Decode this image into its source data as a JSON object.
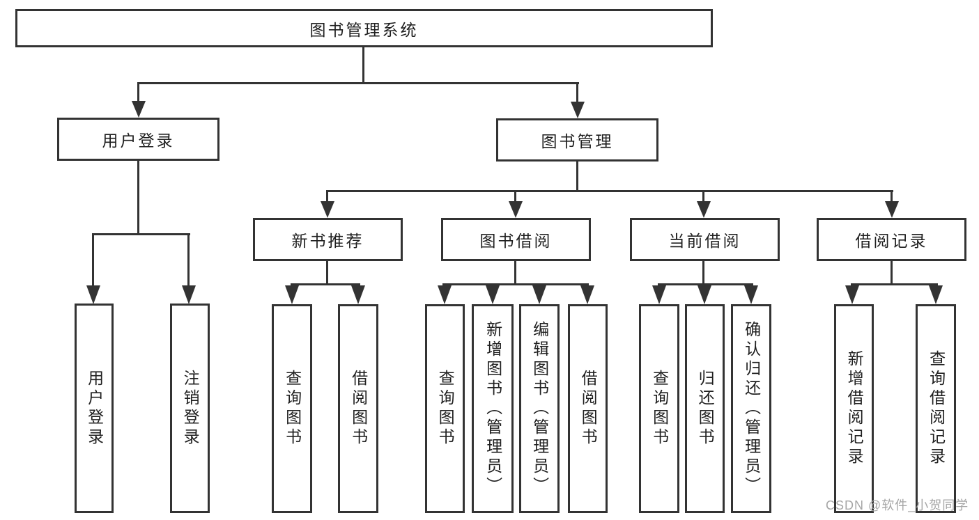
{
  "diagram_type": "hierarchy-tree",
  "root": {
    "label": "图书管理系统",
    "children": [
      {
        "label": "用户登录",
        "children": [
          {
            "label": "用户登录"
          },
          {
            "label": "注销登录"
          }
        ]
      },
      {
        "label": "图书管理",
        "children": [
          {
            "label": "新书推荐",
            "children": [
              {
                "label": "查询图书"
              },
              {
                "label": "借阅图书"
              }
            ]
          },
          {
            "label": "图书借阅",
            "children": [
              {
                "label": "查询图书"
              },
              {
                "label": "新增图书（管理员）"
              },
              {
                "label": "编辑图书（管理员）"
              },
              {
                "label": "借阅图书"
              }
            ]
          },
          {
            "label": "当前借阅",
            "children": [
              {
                "label": "查询图书"
              },
              {
                "label": "归还图书"
              },
              {
                "label": "确认归还（管理员）"
              }
            ]
          },
          {
            "label": "借阅记录",
            "children": [
              {
                "label": "新增借阅记录"
              },
              {
                "label": "查询借阅记录"
              }
            ]
          }
        ]
      }
    ]
  },
  "watermark": "CSDN @软件_小贺同学",
  "colors": {
    "line": "#333333",
    "text": "#1f1f1f",
    "watermark": "#a6a6a6",
    "background": "#ffffff"
  }
}
